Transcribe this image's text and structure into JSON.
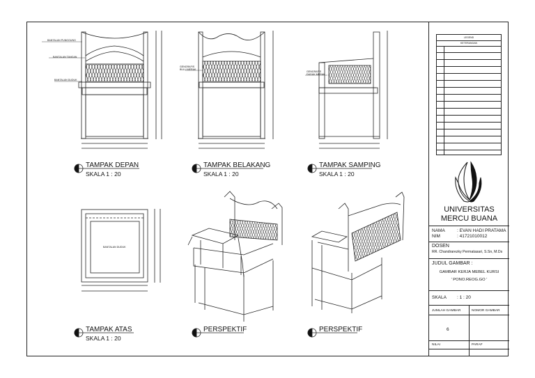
{
  "views": {
    "front": {
      "title": "TAMPAK DEPAN",
      "scale": "SKALA 1 : 20"
    },
    "back": {
      "title": "TAMPAK BELAKANG",
      "scale": "SKALA 1 : 20"
    },
    "side": {
      "title": "TAMPAK SAMPING",
      "scale": "SKALA 1 : 20"
    },
    "top": {
      "title": "TAMPAK ATAS",
      "scale": "SKALA 1 : 20"
    },
    "persp1": {
      "title": "PERSPEKTIF"
    },
    "persp2": {
      "title": "PERSPEKTIF"
    }
  },
  "annotations": {
    "front_1": "BANTALAN PUNGGUNG",
    "front_2": "BANTALAN TANGAN",
    "front_3": "BANTALAN DUDUK",
    "back_1": "GENGRAFIS",
    "back_2": "BULU MERAK",
    "side_1": "GENGRAFIS",
    "side_2": "DUDUK MERAK",
    "top_1": "BANTALAN DUDUK"
  },
  "titleblock": {
    "legend_title": "LEGEND",
    "legend_sub": "KETERANGAN",
    "university_1": "UNIVERSITAS",
    "university_2": "MERCU BUANA",
    "nama_label": "NAMA",
    "nama_value": ": EVAN HADI PRATAMA",
    "nim_label": "NIM",
    "nim_value": ": 41721010012",
    "dosen_label": "DOSEN",
    "dosen_value": "RR. Chandrarezky Permatasari, S.Sn, M.Ds",
    "judul_label": "JUDUL GAMBAR :",
    "judul_value": "GAMBAR KERJA MEBEL KURSI",
    "judul_sub": "' PONO.REOG.GO '",
    "skala_label": "SKALA",
    "skala_value": ": 1 : 20",
    "jumlah_label": "JUMLAH GAMBAR",
    "nomor_label": "NOMOR GAMBAR",
    "jumlah_value": "6",
    "nilai_label": "NILAI",
    "paraf_label": "PARAF"
  }
}
